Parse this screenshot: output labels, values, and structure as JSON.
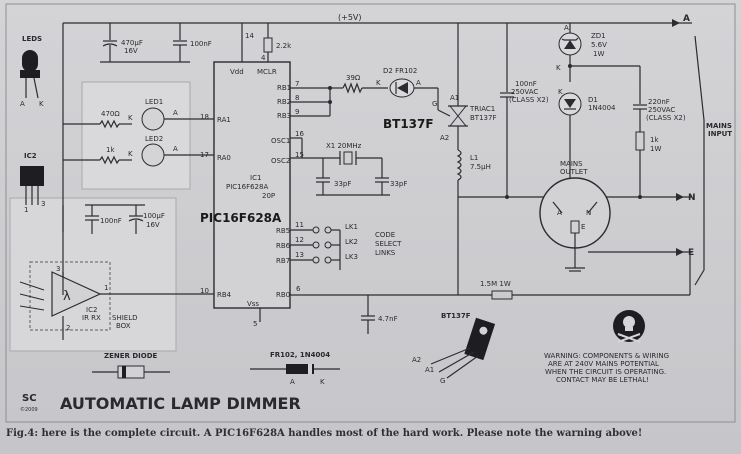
{
  "header": {
    "supply": "(+5V)",
    "terminal_a": "A",
    "terminal_n": "N",
    "terminal_e": "E",
    "mains_input": [
      "MAINS",
      "INPUT"
    ]
  },
  "ic": {
    "name": "IC1",
    "part": "PIC16F628A",
    "pkg": "20P",
    "overlay_label": "PIC16F628A",
    "pins": {
      "vdd": "Vdd",
      "mclr": "MCLR",
      "rb1": "RB1",
      "rb2": "RB2",
      "rb3": "RB3",
      "ra1": "RA1",
      "osc1": "OSC1",
      "ra0": "RA0",
      "osc2": "OSC2",
      "rb5": "RB5",
      "rb6": "RB6",
      "rb7": "RB7",
      "rb4": "RB4",
      "rb0": "RB0",
      "vss": "Vss"
    },
    "pin_numbers": {
      "vdd": "14",
      "mclr": "4",
      "rb1": "7",
      "rb2": "8",
      "rb3": "9",
      "ra1": "18",
      "osc1": "16",
      "ra0": "17",
      "osc2": "15",
      "rb5": "11",
      "rb6": "12",
      "rb7": "13",
      "rb4": "10",
      "rb0": "6",
      "vss": "5"
    }
  },
  "components": {
    "c_470uf": [
      "470µF",
      "16V"
    ],
    "c_100nf_top": "100nF",
    "r_2k2": "2.2k",
    "r_39": "39Ω",
    "d2": "D2 FR102",
    "triac": [
      "TRIAC1",
      "BT137F"
    ],
    "triac_overlay": "BT137F",
    "triac_pins": {
      "a1": "A1",
      "a2": "A2",
      "g": "G"
    },
    "c_x2_1": [
      "100nF",
      "250VAC",
      "(CLASS X2)"
    ],
    "zd1": [
      "ZD1",
      "5.6V",
      "1W"
    ],
    "d1": [
      "D1",
      "1N4004"
    ],
    "c_x2_2": [
      "220nF",
      "250VAC",
      "(CLASS X2)"
    ],
    "r_1k_1w": [
      "1k",
      "1W"
    ],
    "l1": [
      "L1",
      "7.5µH"
    ],
    "x1": "X1 20MHz",
    "c_33pf_1": "33pF",
    "c_33pf_2": "33pF",
    "r_470": "470Ω",
    "r_1k": "1k",
    "led1": "LED1",
    "led2": "LED2",
    "lk1": "LK1",
    "lk2": "LK2",
    "lk3": "LK3",
    "code_select": [
      "CODE",
      "SELECT",
      "LINKS"
    ],
    "r_1m5": "1.5M 1W",
    "c_4n7": "4.7nF",
    "c_100nf_ic2": "100nF",
    "c_100uf": [
      "100µF",
      "16V"
    ],
    "ic2": [
      "IC2",
      "IR RX"
    ],
    "shield": [
      "SHIELD",
      "BOX"
    ],
    "lambda": "λ",
    "mains_outlet": [
      "MAINS",
      "OUTLET"
    ],
    "outlet_pins": {
      "a": "A",
      "n": "N",
      "e": "E"
    },
    "misc_k": "K",
    "misc_a": "A"
  },
  "legend": {
    "leds": "LEDS",
    "led_a": "A",
    "led_k": "K",
    "ic2": "IC2",
    "ic2_pins": [
      "1",
      "2",
      "3"
    ],
    "bt137f": "BT137F",
    "bt_pins": [
      "A2",
      "A1",
      "G"
    ],
    "zener": "ZENER DIODE",
    "fr102": "FR102, 1N4004",
    "diode_a": "A",
    "diode_k": "K",
    "warning": [
      "WARNING: COMPONENTS & WIRING",
      "ARE AT 240V MAINS POTENTIAL",
      "WHEN THE CIRCUIT IS OPERATING.",
      "CONTACT MAY BE LETHAL!"
    ]
  },
  "title": {
    "logo": "SC",
    "logo_year": "©2009",
    "text": "AUTOMATIC LAMP DIMMER"
  },
  "caption": "Fig.4: here is the complete circuit. A PIC16F628A handles most of the hard work. Please note the warning above!"
}
